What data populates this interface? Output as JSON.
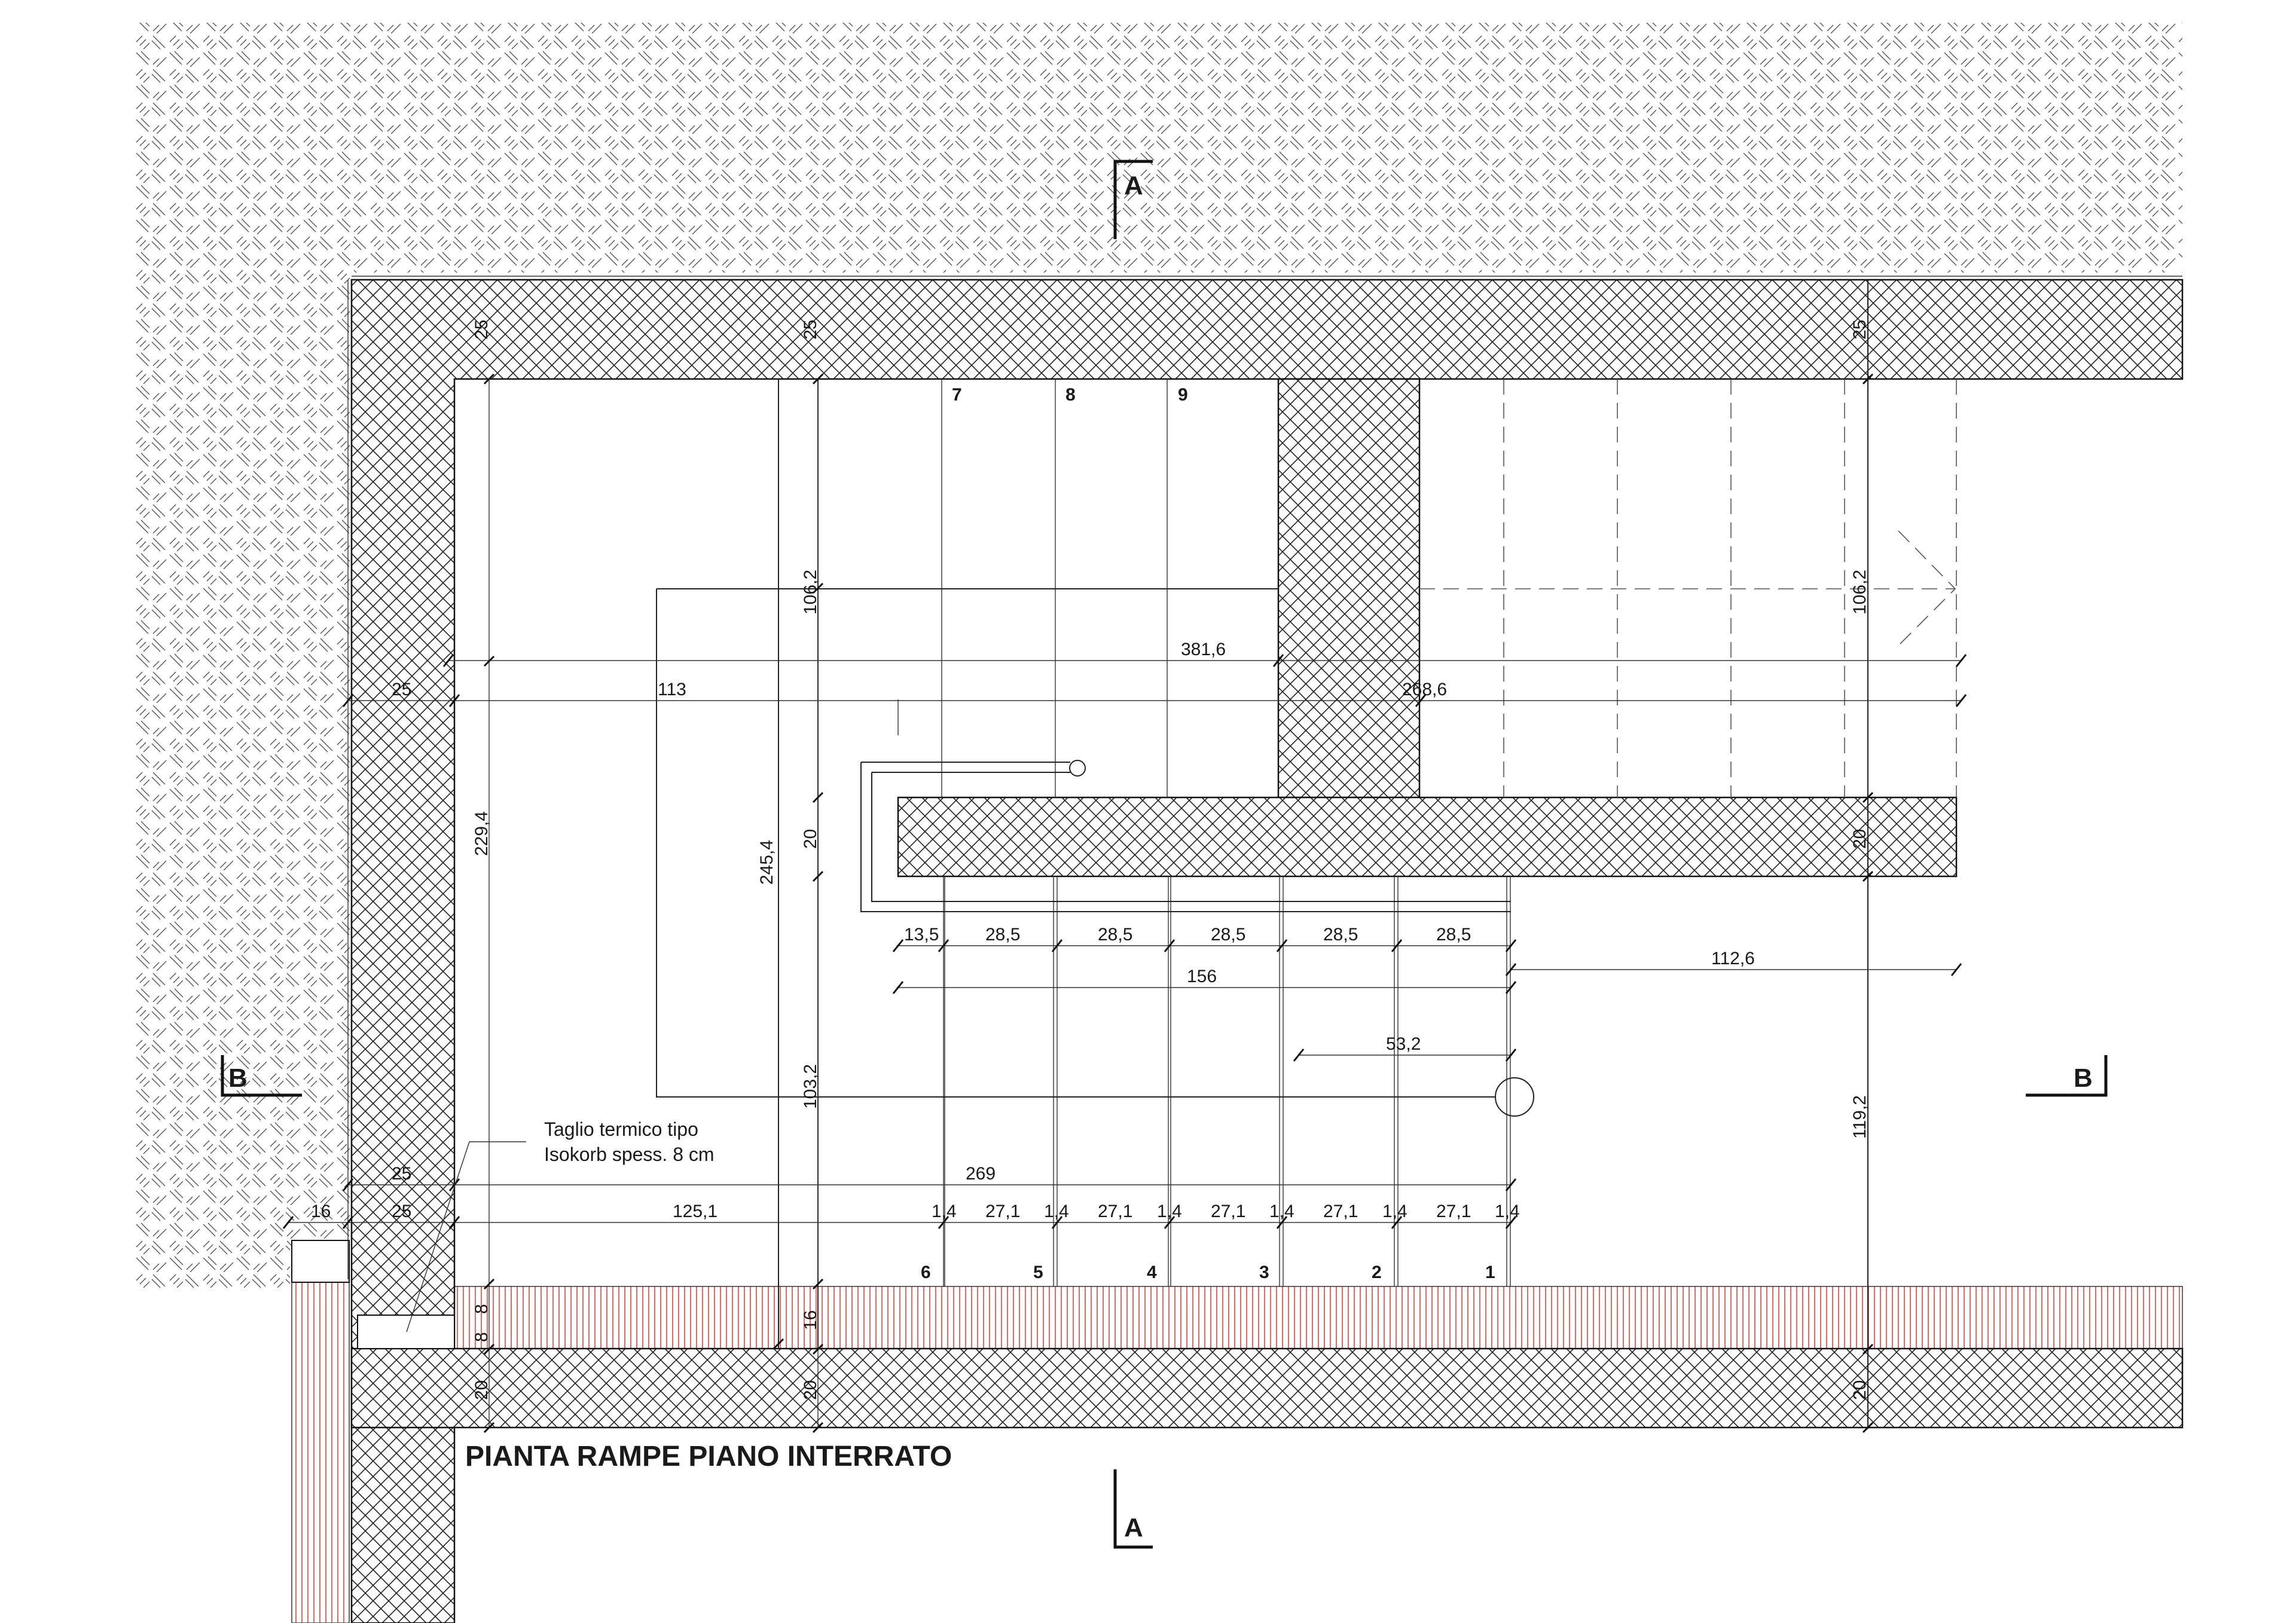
{
  "title": "PIANTA RAMPE PIANO INTERRATO",
  "section_marks": {
    "a_top": "A",
    "a_bottom": "A",
    "b_left": "B",
    "b_right": "B"
  },
  "note": {
    "line1": "Taglio termico tipo",
    "line2": "Isokorb spess. 8 cm"
  },
  "steps_top": [
    "7",
    "8",
    "9"
  ],
  "steps_bottom": [
    "6",
    "5",
    "4",
    "3",
    "2",
    "1"
  ],
  "dimensions": {
    "wall_25_a": "25",
    "wall_25_b": "25",
    "wall_25_c": "25",
    "total_381": "381,6",
    "left_25": "25",
    "mid_113": "113",
    "right_268": "268,6",
    "v_106_left": "106,2",
    "v_106_right": "106,2",
    "v_229": "229,4",
    "v_245": "245,4",
    "v_20_a": "20",
    "v_20_b": "20",
    "v_103": "103,2",
    "v_119": "119,2",
    "tread_first": "13,5",
    "treads": [
      "28,5",
      "28,5",
      "28,5",
      "28,5",
      "28,5"
    ],
    "run_156": "156",
    "run_112": "112,6",
    "run_53": "53,2",
    "run_269": "269",
    "b_25_a": "25",
    "b_25_b": "25",
    "b_16": "16",
    "run_125": "125,1",
    "gap_14": "1,4",
    "tread_271": "27,1",
    "floor_8_a": "8",
    "floor_8_b": "8",
    "floor_16": "16",
    "floor_20_a": "20",
    "floor_20_b": "20",
    "floor_20_c": "20"
  }
}
